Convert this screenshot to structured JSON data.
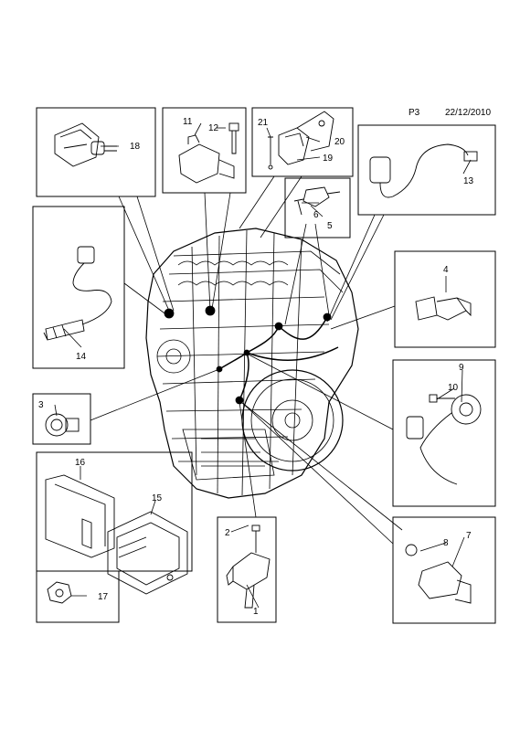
{
  "header": {
    "page_code": "P3",
    "date": "22/12/2010"
  },
  "callouts": {
    "c1": "1",
    "c2": "2",
    "c3": "3",
    "c4": "4",
    "c5": "5",
    "c6": "6",
    "c7": "7",
    "c8": "8",
    "c9": "9",
    "c10": "10",
    "c11": "11",
    "c12": "12",
    "c13": "13",
    "c14": "14",
    "c15": "15",
    "c16": "16",
    "c17": "17",
    "c18": "18",
    "c19": "19",
    "c20": "20",
    "c21": "21"
  }
}
